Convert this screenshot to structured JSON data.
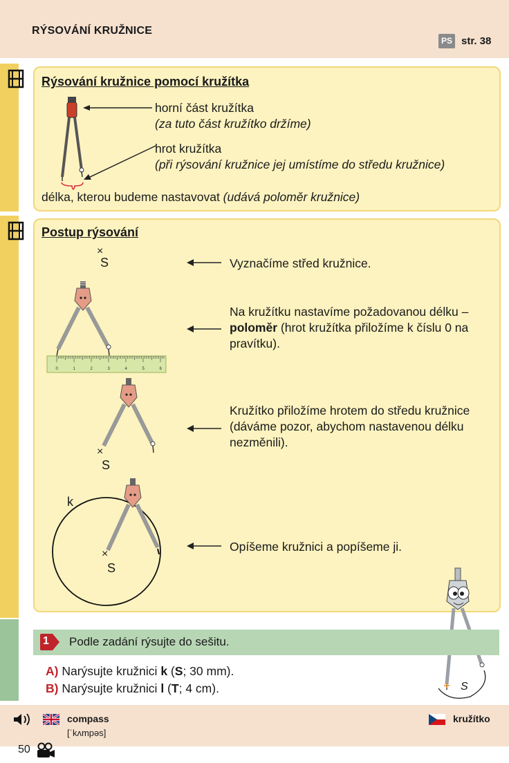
{
  "header": {
    "title": "RÝSOVÁNÍ KRUŽNICE",
    "ps_badge": "PS",
    "page_ref": "str. 38"
  },
  "section1": {
    "heading": "Rýsování kružnice pomocí kružítka",
    "label_top": "horní část kružítka",
    "label_top_note": "(za tuto část kružítko držíme)",
    "label_tip": "hrot kružítka",
    "label_tip_note": "(při rýsování kružnice jej umístíme do středu kružnice)",
    "bottom_text": "délka, kterou budeme nastavovat ",
    "bottom_note": "(udává poloměr kružnice)"
  },
  "section2": {
    "heading": "Postup rýsování",
    "center_label": "S",
    "circle_label": "k",
    "mark_symbol": "×",
    "step1": "Vyznačíme střed kružnice.",
    "step2_part1": "Na kružítku nastavíme požadovanou délku – ",
    "step2_bold": "poloměr",
    "step2_part2": " (hrot kružítka přiložíme k číslu 0 na pravítku).",
    "step3": "Kružítko přiložíme hrotem do středu kružnice (dáváme pozor, abychom nastavenou délku nezměnili).",
    "step4": "Opíšeme kružnici a popíšeme ji.",
    "ruler_ticks": [
      "0",
      "1",
      "2",
      "3",
      "4",
      "5",
      "6"
    ],
    "mascot_label": "S"
  },
  "task": {
    "number": "1",
    "instruction": "Podle zadání rýsujte do sešitu.",
    "a_label": "A)",
    "a_pre": "Narýsujte kružnici ",
    "a_name": "k",
    "a_open": " (",
    "a_center": "S",
    "a_rest": "; 30 mm).",
    "b_label": "B)",
    "b_pre": "Narýsujte kružnici ",
    "b_name": "l",
    "b_open": " (",
    "b_center": "T",
    "b_rest": "; 4 cm)."
  },
  "footer": {
    "english_word": "compass",
    "pronunciation": "[ˈkʌmpəs]",
    "czech_word": "kružítko",
    "page_number": "50"
  },
  "colors": {
    "header_bg": "#f6e1cf",
    "box_bg": "#fdf3c0",
    "box_border": "#f3d77a",
    "side_yellow": "#f1d05f",
    "side_green": "#9cc49a",
    "task_band": "#b7d6b4",
    "accent_red": "#c0242b"
  }
}
